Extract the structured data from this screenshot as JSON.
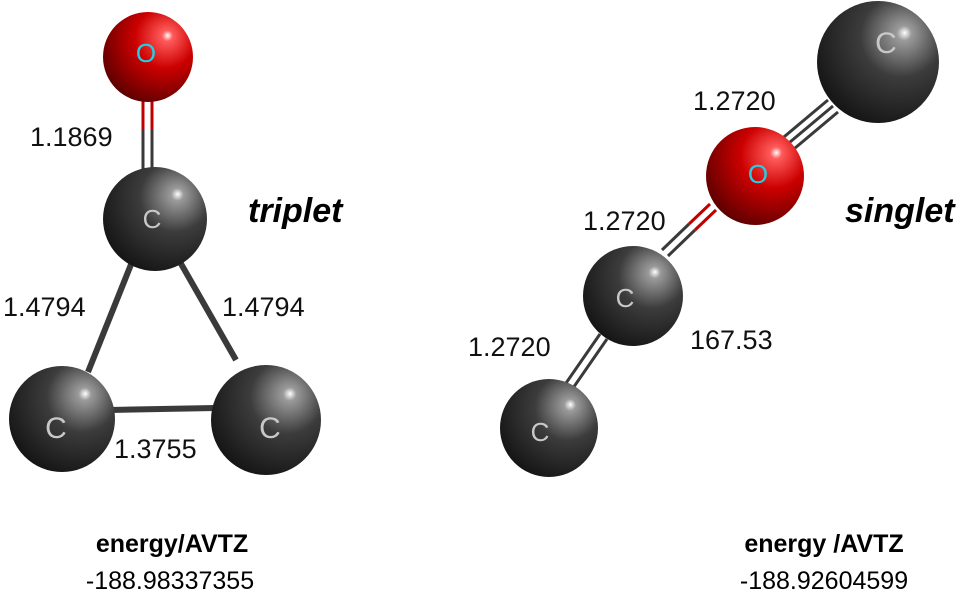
{
  "colors": {
    "carbon": "#3a3a3a",
    "oxygen": "#cc0000",
    "carbon_label": "#c8c8c8",
    "oxygen_label": "#22cfe6",
    "bond": "#3a3a3a",
    "bond_red": "#c00000"
  },
  "triplet": {
    "state_label": "triplet",
    "atoms": {
      "o": "O",
      "c_top": "C",
      "c_left": "C",
      "c_right": "C"
    },
    "bonds": {
      "co": "1.1869",
      "c_left": "1.4794",
      "c_right": "1.4794",
      "c_bottom": "1.3755"
    },
    "energy_title": "energy/AVTZ",
    "energy_value": "-188.98337355"
  },
  "singlet": {
    "state_label": "singlet",
    "atoms": {
      "c_top": "C",
      "o": "O",
      "c_mid": "C",
      "c_bottom": "C"
    },
    "bonds": {
      "top": "1.2720",
      "mid": "1.2720",
      "bottom": "1.2720"
    },
    "angle": "167.53",
    "energy_title": "energy /AVTZ",
    "energy_value": "-188.92604599"
  }
}
